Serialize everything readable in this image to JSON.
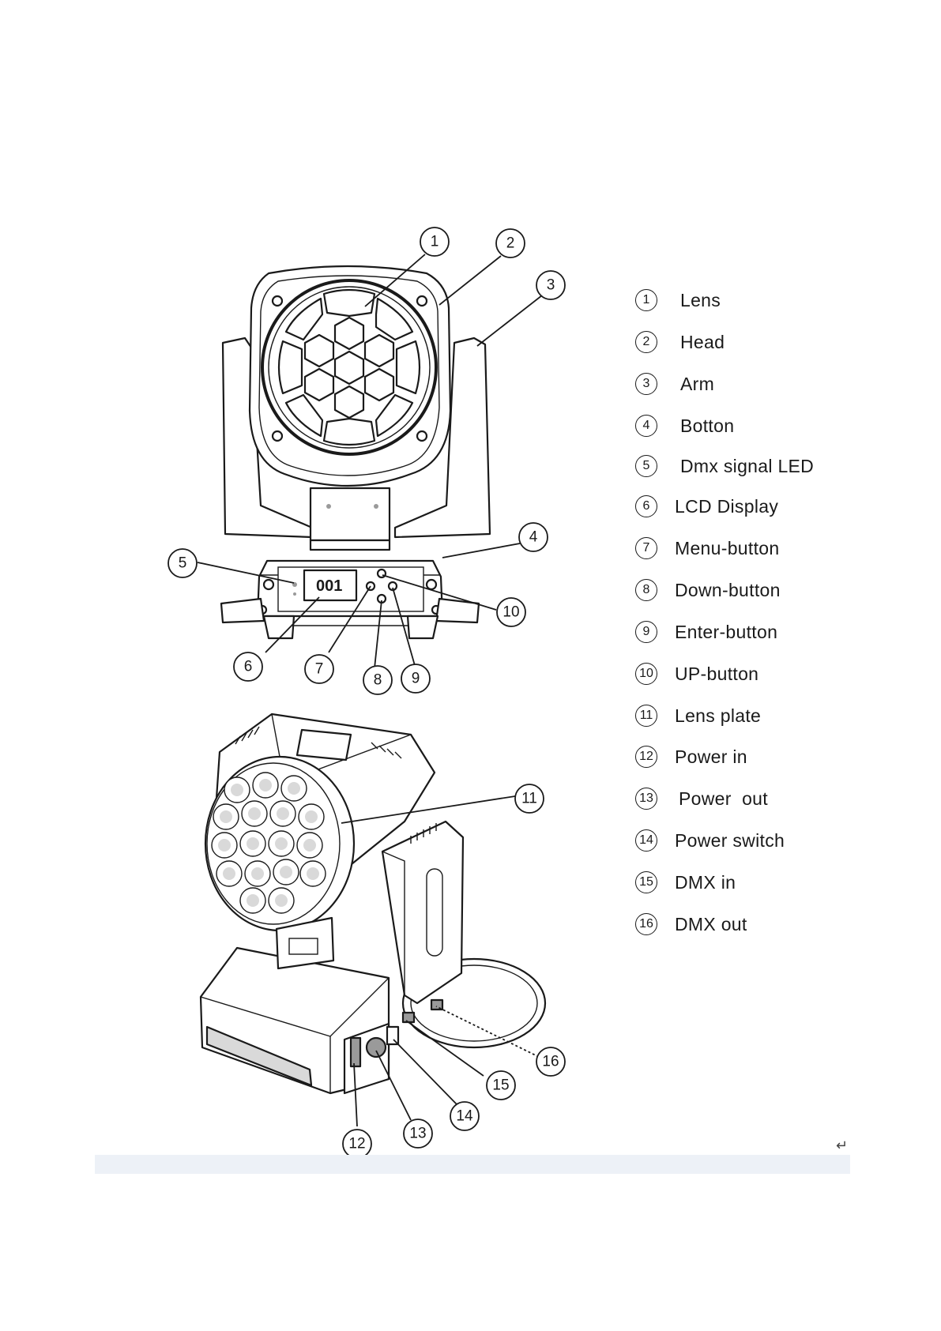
{
  "fixture": {
    "lcd_readout": "001"
  },
  "callouts": [
    {
      "num": "1",
      "label": "Lens"
    },
    {
      "num": "2",
      "label": "Head"
    },
    {
      "num": "3",
      "label": "Arm"
    },
    {
      "num": "4",
      "label": "Botton"
    },
    {
      "num": "5",
      "label": "Dmx signal LED"
    },
    {
      "num": "6",
      "label": "LCD Display"
    },
    {
      "num": "7",
      "label": "Menu-button"
    },
    {
      "num": "8",
      "label": "Down-button"
    },
    {
      "num": "9",
      "label": "Enter-button"
    },
    {
      "num": "10",
      "label": "UP-button"
    },
    {
      "num": "11",
      "label": "Lens plate"
    },
    {
      "num": "12",
      "label": "Power in"
    },
    {
      "num": "13",
      "label": "Power  out"
    },
    {
      "num": "14",
      "label": "Power switch"
    },
    {
      "num": "15",
      "label": "DMX in"
    },
    {
      "num": "16",
      "label": "DMX out"
    }
  ],
  "footer": {
    "return_mark": "↵"
  }
}
